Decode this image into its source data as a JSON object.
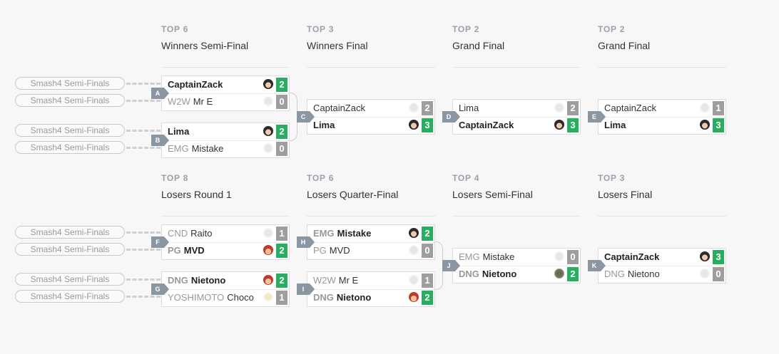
{
  "colors": {
    "win": "#27ae60",
    "loss": "#9e9e9e",
    "badge": "#8b96a3"
  },
  "rounds": [
    {
      "top": "TOP 6",
      "name": "Winners Semi-Final"
    },
    {
      "top": "TOP 3",
      "name": "Winners Final"
    },
    {
      "top": "TOP 2",
      "name": "Grand Final"
    },
    {
      "top": "TOP 2",
      "name": "Grand Final"
    },
    {
      "top": "TOP 8",
      "name": "Losers Round 1"
    },
    {
      "top": "TOP 6",
      "name": "Losers Quarter-Final"
    },
    {
      "top": "TOP 4",
      "name": "Losers Semi-Final"
    },
    {
      "top": "TOP 3",
      "name": "Losers Final"
    }
  ],
  "source_label": "Smash4 Semi-Finals",
  "matches": [
    {
      "id": "A",
      "players": [
        {
          "prefix": "",
          "name": "CaptainZack",
          "score": "2",
          "win": true,
          "avatar": "dark-hair-character-icon"
        },
        {
          "prefix": "W2W",
          "name": "Mr E",
          "score": "0",
          "win": false,
          "avatar": "white-character-icon"
        }
      ]
    },
    {
      "id": "B",
      "players": [
        {
          "prefix": "",
          "name": "Lima",
          "score": "2",
          "win": true,
          "avatar": "dark-hair-character-icon"
        },
        {
          "prefix": "EMG",
          "name": "Mistake",
          "score": "0",
          "win": false,
          "avatar": "white-character-icon"
        }
      ]
    },
    {
      "id": "C",
      "players": [
        {
          "prefix": "",
          "name": "CaptainZack",
          "score": "2",
          "win": false,
          "avatar": "white-character-icon"
        },
        {
          "prefix": "",
          "name": "Lima",
          "score": "3",
          "win": true,
          "avatar": "dark-hair-character-icon"
        }
      ]
    },
    {
      "id": "D",
      "players": [
        {
          "prefix": "",
          "name": "Lima",
          "score": "2",
          "win": false,
          "avatar": "white-character-icon"
        },
        {
          "prefix": "",
          "name": "CaptainZack",
          "score": "3",
          "win": true,
          "avatar": "dark-hair-character-icon"
        }
      ]
    },
    {
      "id": "E",
      "players": [
        {
          "prefix": "",
          "name": "CaptainZack",
          "score": "1",
          "win": false,
          "avatar": "white-character-icon"
        },
        {
          "prefix": "",
          "name": "Lima",
          "score": "3",
          "win": true,
          "avatar": "dark-hair-character-icon"
        }
      ]
    },
    {
      "id": "F",
      "players": [
        {
          "prefix": "CND",
          "name": "Raito",
          "score": "1",
          "win": false,
          "avatar": "white-character-icon"
        },
        {
          "prefix": "PG",
          "name": "MVD",
          "score": "2",
          "win": true,
          "avatar": "red-cap-character-icon"
        }
      ]
    },
    {
      "id": "G",
      "players": [
        {
          "prefix": "DNG",
          "name": "Nietono",
          "score": "2",
          "win": true,
          "avatar": "red-cap-character-icon"
        },
        {
          "prefix": "YOSHIMOTO",
          "name": "Choco",
          "score": "1",
          "win": false,
          "avatar": "cream-character-icon"
        }
      ]
    },
    {
      "id": "H",
      "players": [
        {
          "prefix": "EMG",
          "name": "Mistake",
          "score": "2",
          "win": true,
          "avatar": "dark-hair-character-icon"
        },
        {
          "prefix": "PG",
          "name": "MVD",
          "score": "0",
          "win": false,
          "avatar": "white-character-icon"
        }
      ]
    },
    {
      "id": "I",
      "players": [
        {
          "prefix": "W2W",
          "name": "Mr E",
          "score": "1",
          "win": false,
          "avatar": "white-character-icon"
        },
        {
          "prefix": "DNG",
          "name": "Nietono",
          "score": "2",
          "win": true,
          "avatar": "red-cap-character-icon"
        }
      ]
    },
    {
      "id": "J",
      "players": [
        {
          "prefix": "EMG",
          "name": "Mistake",
          "score": "0",
          "win": false,
          "avatar": "white-character-icon"
        },
        {
          "prefix": "DNG",
          "name": "Nietono",
          "score": "2",
          "win": true,
          "avatar": "grey-helmet-character-icon"
        }
      ]
    },
    {
      "id": "K",
      "players": [
        {
          "prefix": "",
          "name": "CaptainZack",
          "score": "3",
          "win": true,
          "avatar": "dark-hair-character-icon"
        },
        {
          "prefix": "DNG",
          "name": "Nietono",
          "score": "0",
          "win": false,
          "avatar": "white-character-icon"
        }
      ]
    }
  ]
}
